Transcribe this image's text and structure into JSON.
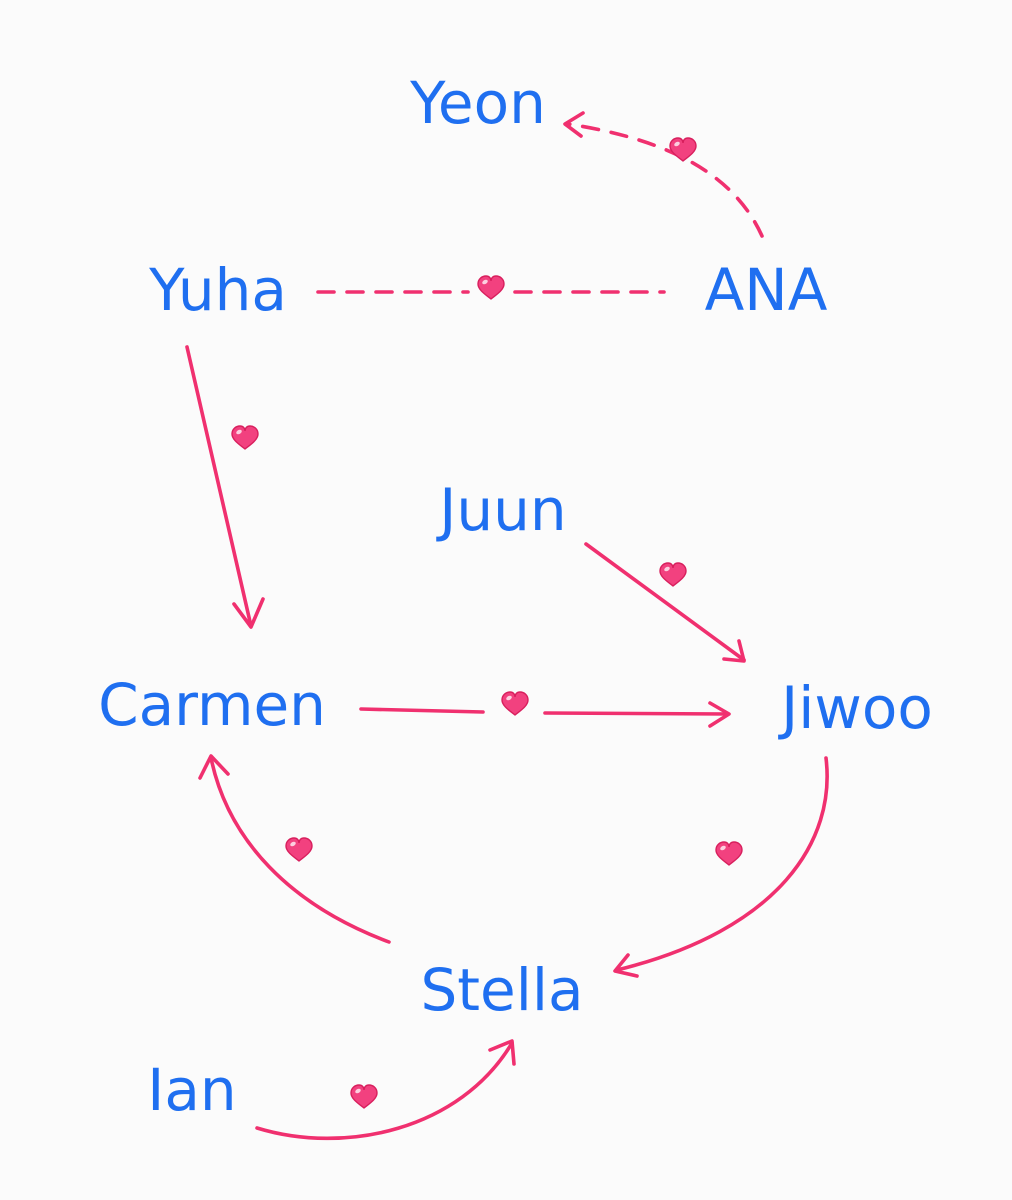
{
  "diagram": {
    "colors": {
      "background": "#fbfbfb",
      "name_text": "#1f6ff0",
      "connector": "#f0306f",
      "heart": "#f2417f"
    },
    "nodes": [
      {
        "id": "yeon",
        "label": "Yeon"
      },
      {
        "id": "yuha",
        "label": "Yuha"
      },
      {
        "id": "ana",
        "label": "ANA"
      },
      {
        "id": "juun",
        "label": "Juun"
      },
      {
        "id": "carmen",
        "label": "Carmen"
      },
      {
        "id": "jiwoo",
        "label": "Jiwoo"
      },
      {
        "id": "stella",
        "label": "Stella"
      },
      {
        "id": "ian",
        "label": "Ian"
      }
    ],
    "edges": [
      {
        "id": "ana-yeon",
        "from": "ana",
        "to": "yeon",
        "style": "dashed",
        "directed": true,
        "icon": "heart-icon"
      },
      {
        "id": "yuha-ana",
        "from": "yuha",
        "to": "ana",
        "style": "dashed",
        "directed": false,
        "icon": "heart-icon"
      },
      {
        "id": "yuha-carmen",
        "from": "yuha",
        "to": "carmen",
        "style": "solid",
        "directed": true,
        "icon": "heart-icon"
      },
      {
        "id": "juun-jiwoo",
        "from": "juun",
        "to": "jiwoo",
        "style": "solid",
        "directed": true,
        "icon": "heart-icon"
      },
      {
        "id": "carmen-jiwoo",
        "from": "carmen",
        "to": "jiwoo",
        "style": "solid",
        "directed": true,
        "icon": "heart-icon"
      },
      {
        "id": "jiwoo-stella",
        "from": "jiwoo",
        "to": "stella",
        "style": "solid",
        "directed": true,
        "icon": "heart-icon"
      },
      {
        "id": "stella-carmen",
        "from": "stella",
        "to": "carmen",
        "style": "solid",
        "directed": true,
        "icon": "heart-icon"
      },
      {
        "id": "ian-stella",
        "from": "ian",
        "to": "stella",
        "style": "solid",
        "directed": true,
        "icon": "heart-icon"
      }
    ]
  }
}
